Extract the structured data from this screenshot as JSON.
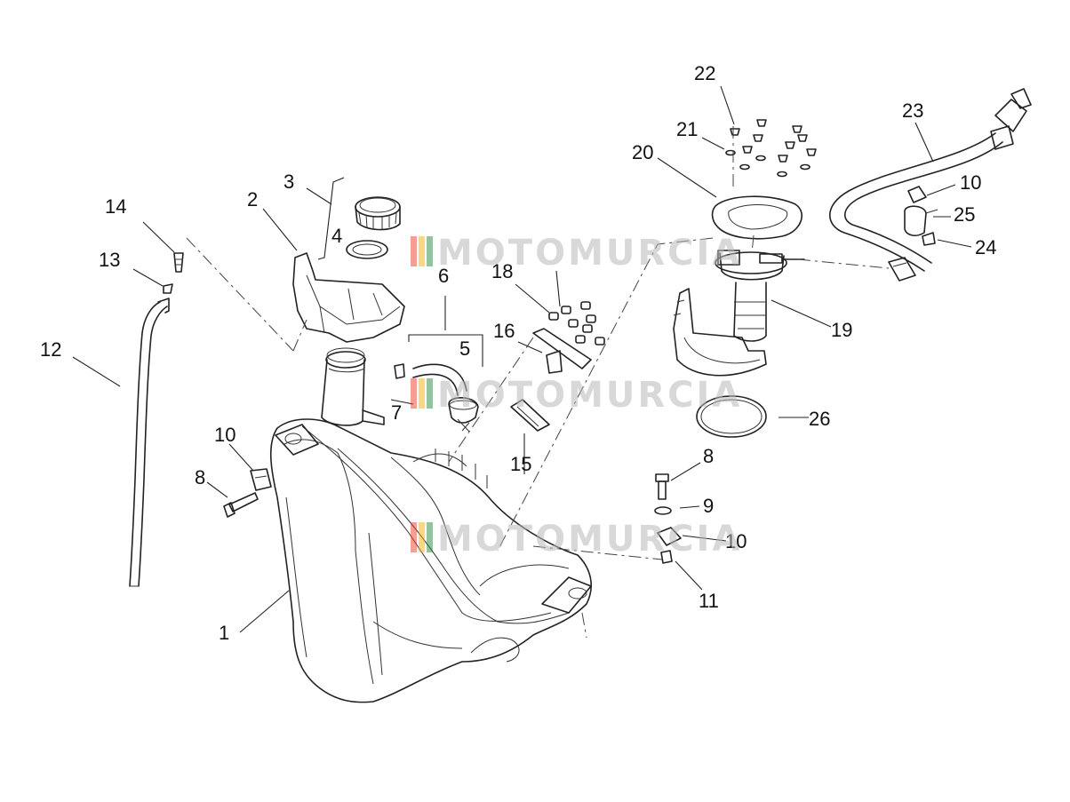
{
  "callouts": {
    "c1": "1",
    "c2": "2",
    "c3": "3",
    "c4": "4",
    "c5": "5",
    "c6": "6",
    "c7": "7",
    "c8a": "8",
    "c8b": "8",
    "c9": "9",
    "c10a": "10",
    "c10b": "10",
    "c10c": "10",
    "c11": "11",
    "c12": "12",
    "c13": "13",
    "c14": "14",
    "c15": "15",
    "c16": "16",
    "c18": "18",
    "c19": "19",
    "c20": "20",
    "c21": "21",
    "c22": "22",
    "c23": "23",
    "c24": "24",
    "c25": "25",
    "c26": "26"
  },
  "watermark": {
    "text": "MOTOMURCIA",
    "colors": [
      "#e8402a",
      "#f4b400",
      "#2a8a3e"
    ]
  }
}
